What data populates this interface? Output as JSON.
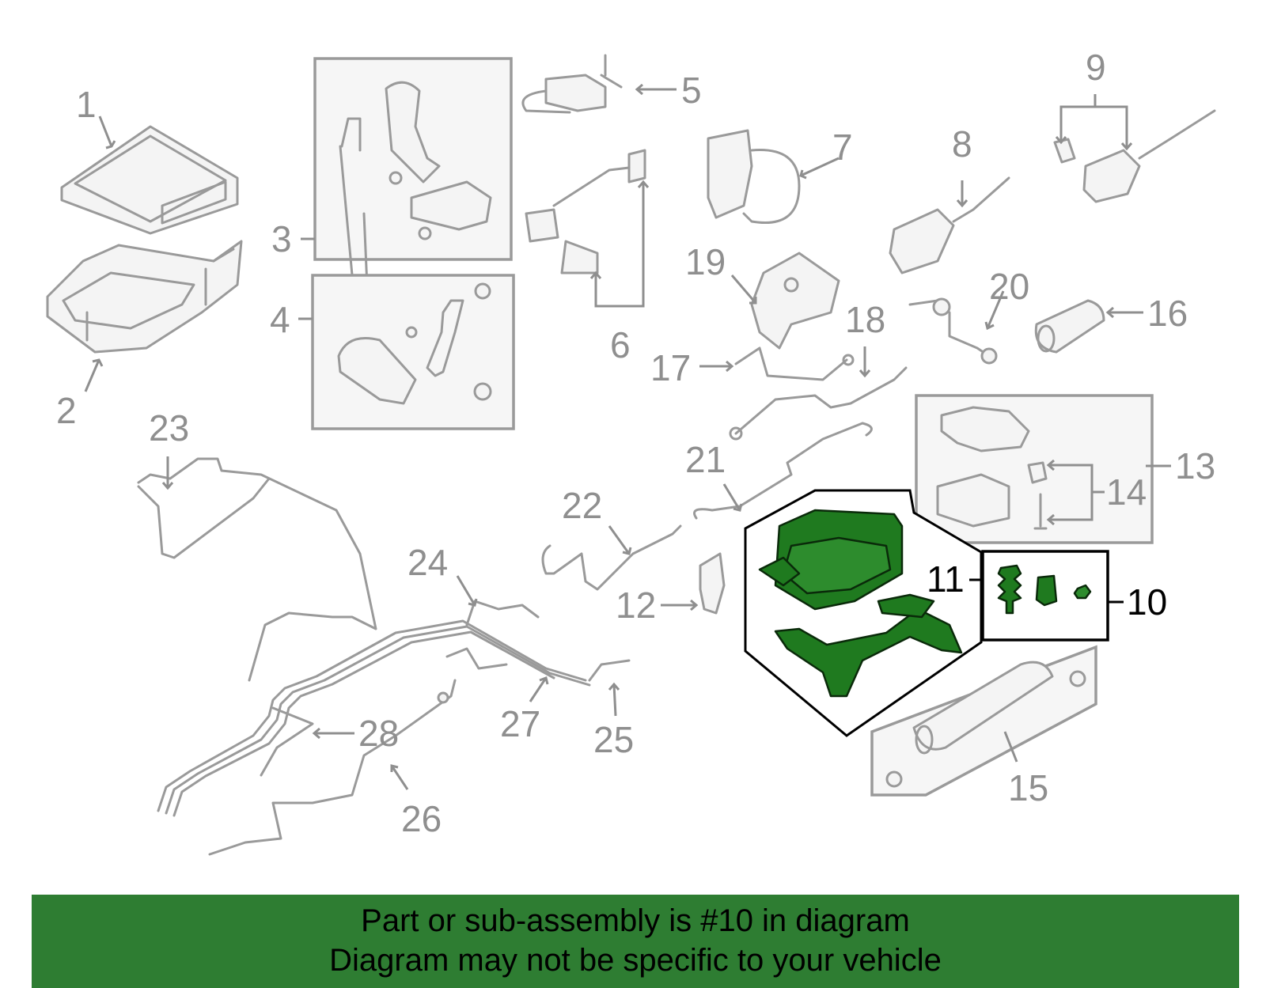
{
  "callouts": {
    "c1": "1",
    "c2": "2",
    "c3": "3",
    "c4": "4",
    "c5": "5",
    "c6": "6",
    "c7": "7",
    "c8": "8",
    "c9": "9",
    "c10": "10",
    "c11": "11",
    "c12": "12",
    "c13": "13",
    "c14": "14",
    "c15": "15",
    "c16": "16",
    "c17": "17",
    "c18": "18",
    "c19": "19",
    "c20": "20",
    "c21": "21",
    "c22": "22",
    "c23": "23",
    "c24": "24",
    "c25": "25",
    "c26": "26",
    "c27": "27",
    "c28": "28"
  },
  "highlighted_part": "10",
  "colors": {
    "highlight_part": "#1f7a1f",
    "banner": "#2e7d32",
    "part_lines": "#9a9a9a"
  },
  "banner": {
    "line1": "Part or sub-assembly is #10 in diagram",
    "line2": "Diagram may not be specific to your vehicle"
  }
}
